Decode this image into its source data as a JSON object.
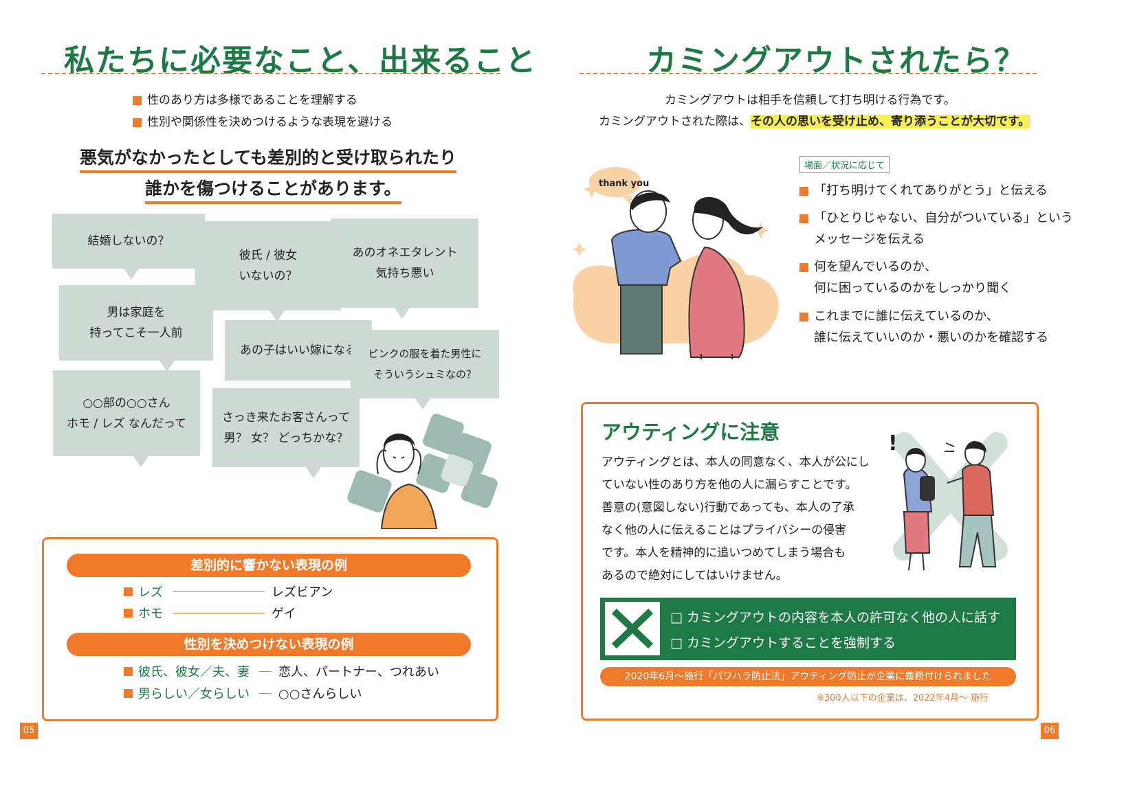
{
  "left": {
    "title": "私たちに必要なこと、出来ること",
    "bullets": [
      "性のあり方は多様であることを理解する",
      "性別や関係性を決めつけるような表現を避ける"
    ],
    "emphasis": [
      "悪気がなかったとしても差別的と受け取られたり",
      "誰かを傷つけることがあります。"
    ],
    "bubbles": [
      "結婚しないの？",
      "彼氏 / 彼女\nいないの？",
      "あのオネエタレント\n気持ち悪い",
      "男は家庭を\n持ってこそ一人前",
      "あの子はいい嫁になる",
      "ピンクの服を着た男性に\nそういうシュミなの？",
      "○○部の○○さん\nホモ / レズ なんだって",
      "さっき来たお客さんって\n男？ 女？ どっちかな？"
    ],
    "examples": {
      "heading1": "差別的に響かない表現の例",
      "rows1": [
        {
          "from": "レズ",
          "to": "レズビアン"
        },
        {
          "from": "ホモ",
          "to": "ゲイ"
        }
      ],
      "heading2": "性別を決めつけない表現の例",
      "rows2": [
        {
          "from": "彼氏、彼女／夫、妻",
          "to": "恋人、パートナー、つれあい"
        },
        {
          "from": "男らしい／女らしい",
          "to": "○○さんらしい"
        }
      ]
    },
    "page_number": "05"
  },
  "right": {
    "title": "カミングアウトされたら？",
    "intro1": "カミングアウトは相手を信頼して打ち明ける行為です。",
    "intro2_plain": "カミングアウトされた際は、",
    "intro2_highlight": "その人の思いを受け止め、寄り添うことが大切です。",
    "tag": "場面／状況に応じて",
    "speech": "thank you",
    "items": [
      [
        "「打ち明けてくれてありがとう」と伝える"
      ],
      [
        "「ひとりじゃない、自分がついている」という",
        "メッセージを伝える"
      ],
      [
        "何を望んでいるのか、",
        "何に困っているのかをしっかり聞く"
      ],
      [
        "これまでに誰に伝えているのか、",
        "誰に伝えていいのか・悪いのかを確認する"
      ]
    ],
    "outing": {
      "heading": "アウティングに注意",
      "lines": [
        "アウティングとは、本人の同意なく、本人が公にし",
        "ていない性のあり方を他の人に漏らすことです。",
        "善意の(意図しない)行動であっても、本人の了承",
        "なく他の人に伝えることはプライバシーの侵害",
        "です。本人を精神的に追いつめてしまう場合も",
        "あるので絶対にしてはいけません。"
      ],
      "ng": [
        "□ カミングアウトの内容を本人の許可なく他の人に話す",
        "□ カミングアウトすることを強制する"
      ],
      "law": "2020年6月〜施行「パワハラ防止法」アウティング防止が企業に義務付けられました",
      "note": "※300人以下の企業は、2022年4月〜 施行"
    },
    "page_number": "06"
  },
  "colors": {
    "orange": "#f07a2a",
    "green": "#1e7a45",
    "bubble": "#cfd9d3",
    "highlight": "#f7ee55"
  }
}
